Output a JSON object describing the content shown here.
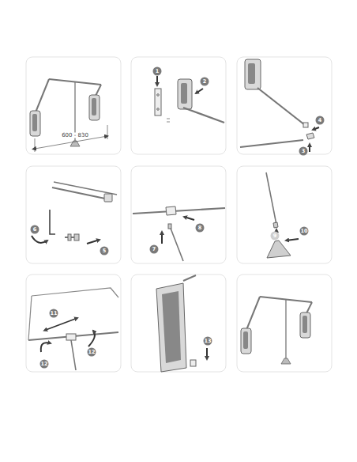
{
  "diagram": {
    "labels": [
      "600 - 830",
      "1",
      "2",
      "4",
      "3",
      "6",
      "5",
      "8",
      "7",
      "9",
      "10",
      "11",
      "12",
      "12",
      "13"
    ]
  }
}
